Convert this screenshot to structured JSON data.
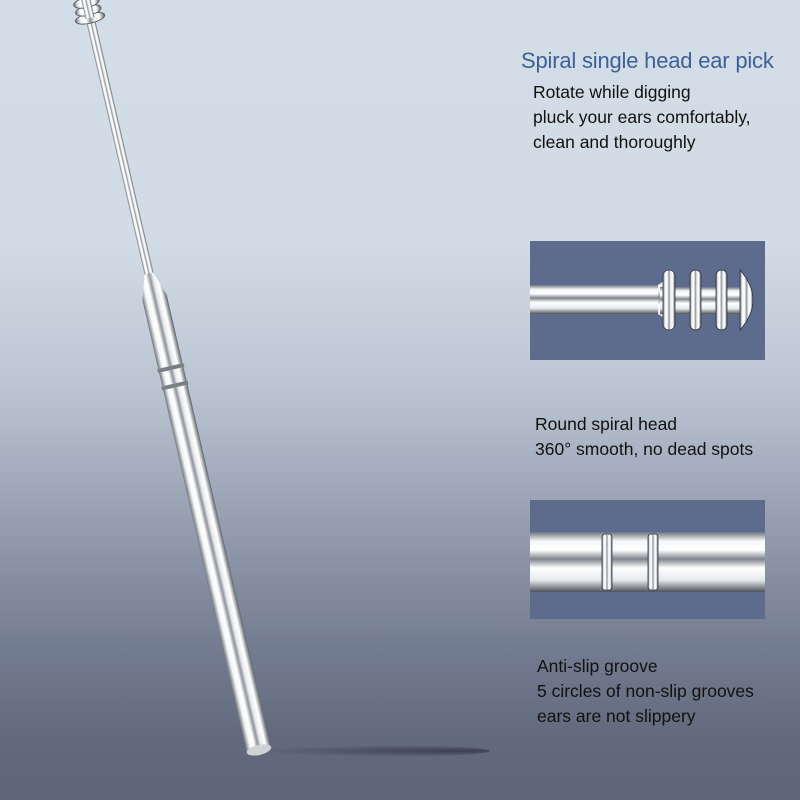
{
  "product": {
    "name": "Spiral single head ear pick",
    "accent_color": "#3f5f97",
    "panel_color": "#5d6b8c"
  },
  "feature_intro": {
    "title": "Spiral single head ear pick",
    "lines": [
      "Rotate while digging",
      "pluck your ears comfortably,",
      "clean and thoroughly"
    ]
  },
  "features": [
    {
      "image": "spiral-head-closeup",
      "lines": [
        "Round spiral head",
        "360° smooth, no dead spots"
      ]
    },
    {
      "image": "anti-slip-groove-closeup",
      "lines": [
        "Anti-slip groove",
        "5 circles of non-slip grooves",
        "ears are not slippery"
      ]
    }
  ]
}
